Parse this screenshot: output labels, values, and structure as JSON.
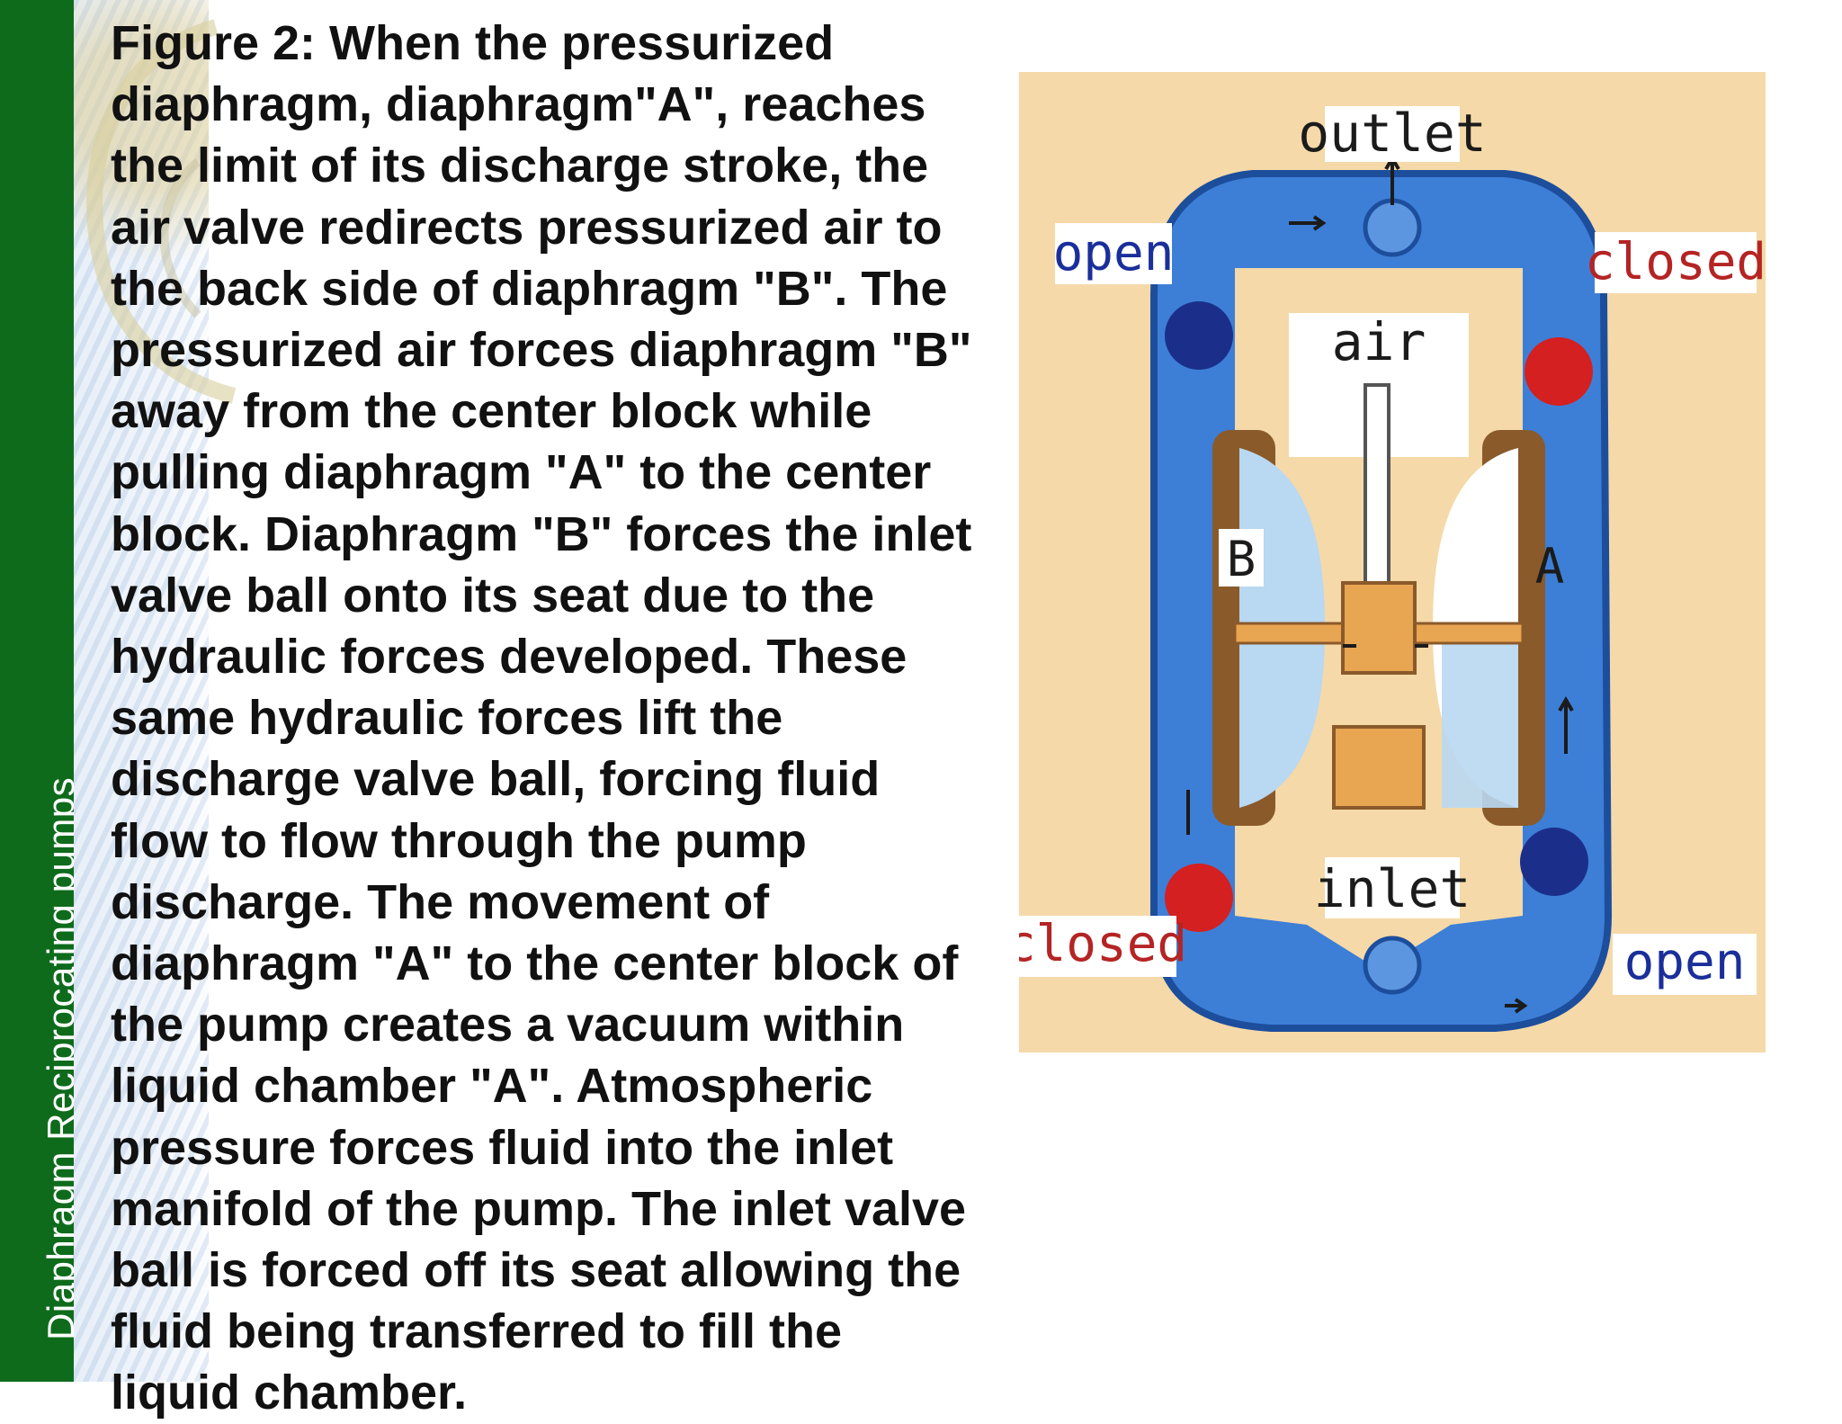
{
  "slide": {
    "side_title": "Diaphragm Reciprocating pumps",
    "body_text": "Figure 2: When the pressurized\ndiaphragm, diaphragm\"A\", reaches\nthe limit of its discharge stroke, the\nair valve redirects pressurized air to\nthe back side of diaphragm \"B\". The\npressurized air forces diaphragm \"B\"\naway from the center block while\npulling diaphragm \"A\" to the center\nblock. Diaphragm \"B\" forces the inlet\nvalve ball onto its seat due to the\nhydraulic forces developed. These\nsame hydraulic forces lift the\ndischarge valve ball, forcing fluid\nflow to flow through the pump\ndischarge. The movement of\ndiaphragm \"A\" to the center block of\nthe pump creates a vacuum within\nliquid chamber \"A\". Atmospheric\npressure forces fluid into the inlet\nmanifold of the pump. The inlet valve\nball is forced off its seat allowing the\nfluid being transferred to fill the\nliquid chamber."
  },
  "diagram": {
    "labels": {
      "outlet": "outlet",
      "air": "air",
      "inlet": "inlet",
      "open_top": "open",
      "closed_top": "closed",
      "closed_bottom": "closed",
      "open_bottom": "open",
      "chamber_b": "B",
      "chamber_a": "A"
    },
    "colors": {
      "background": "#f5d9a8",
      "manifold_blue": "#3d7fd6",
      "manifold_dark": "#1d4e9c",
      "fluid_light": "#b9d8f2",
      "ball_open": "#1b2f8a",
      "ball_closed": "#d42020",
      "housing_brown": "#8a5a2b",
      "center_block": "#e8a552",
      "label_blue": "#1a2f9a",
      "label_red": "#b52424",
      "side_bar": "#0f6b1c"
    }
  }
}
